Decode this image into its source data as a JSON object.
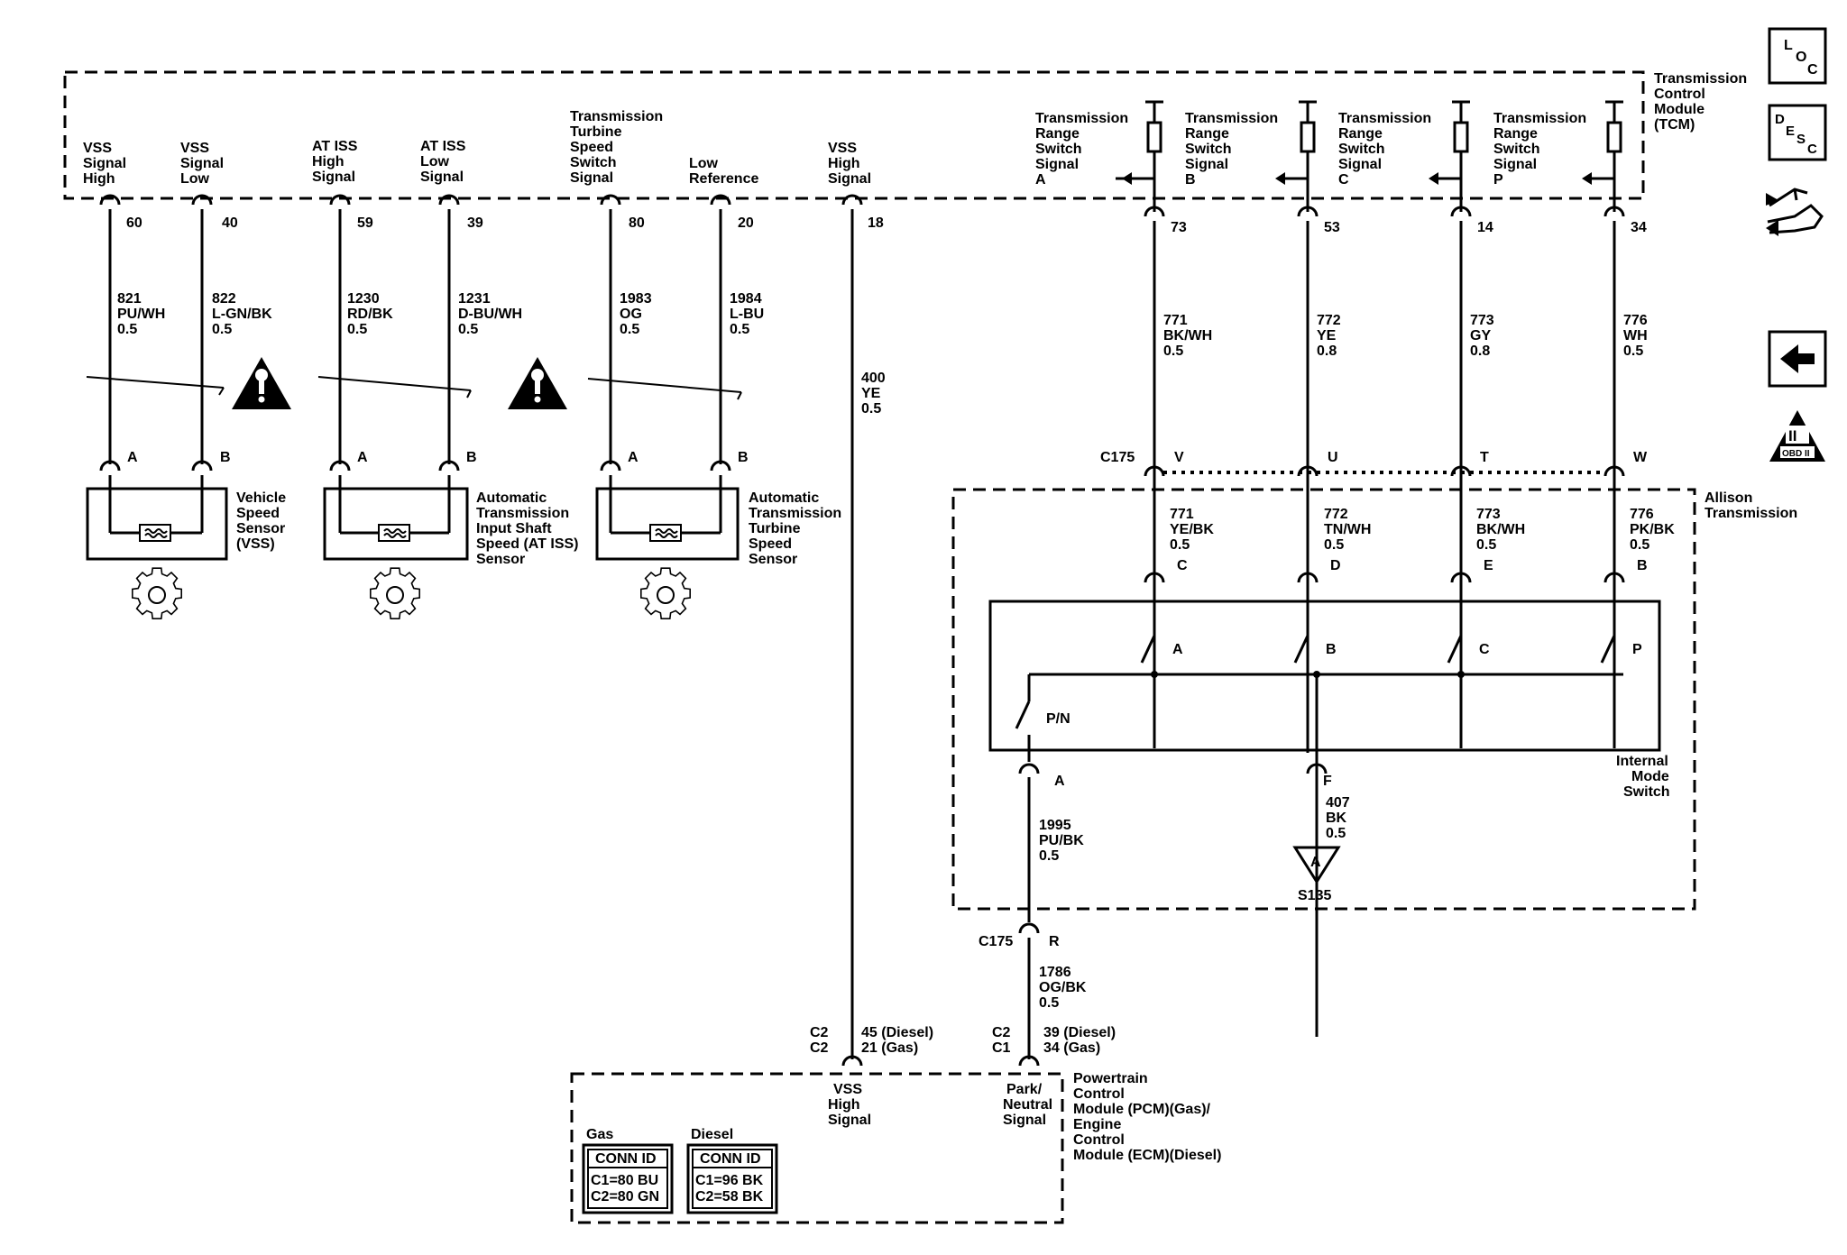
{
  "tcm": {
    "name": [
      "Transmission",
      "Control",
      "Module",
      "(TCM)"
    ],
    "pins": [
      {
        "label": [
          "VSS",
          "Signal",
          "High"
        ],
        "pin": "60",
        "circuit": "821",
        "color": "PU/WH",
        "size": "0.5"
      },
      {
        "label": [
          "VSS",
          "Signal",
          "Low"
        ],
        "pin": "40",
        "circuit": "822",
        "color": "L-GN/BK",
        "size": "0.5"
      },
      {
        "label": [
          "AT ISS",
          "High",
          "Signal"
        ],
        "pin": "59",
        "circuit": "1230",
        "color": "RD/BK",
        "size": "0.5"
      },
      {
        "label": [
          "AT ISS",
          "Low",
          "Signal"
        ],
        "pin": "39",
        "circuit": "1231",
        "color": "D-BU/WH",
        "size": "0.5"
      },
      {
        "label": [
          "Transmission",
          "Turbine",
          "Speed",
          "Switch",
          "Signal"
        ],
        "pin": "80",
        "circuit": "1983",
        "color": "OG",
        "size": "0.5"
      },
      {
        "label": [
          "Low",
          "Reference"
        ],
        "pin": "20",
        "circuit": "1984",
        "color": "L-BU",
        "size": "0.5"
      },
      {
        "label": [
          "VSS",
          "High",
          "Signal"
        ],
        "pin": "18",
        "circuit": "400",
        "color": "YE",
        "size": "0.5"
      }
    ],
    "range_pins": [
      {
        "label": [
          "Transmission",
          "Range",
          "Switch",
          "Signal",
          "A"
        ],
        "pin": "73",
        "circuit": "771",
        "color": "BK/WH",
        "size": "0.5",
        "c175": "V",
        "circuit2": "771",
        "color2": "YE/BK",
        "size2": "0.5",
        "conn": "C",
        "contact": "A"
      },
      {
        "label": [
          "Transmission",
          "Range",
          "Switch",
          "Signal",
          "B"
        ],
        "pin": "53",
        "circuit": "772",
        "color": "YE",
        "size": "0.8",
        "c175": "U",
        "circuit2": "772",
        "color2": "TN/WH",
        "size2": "0.5",
        "conn": "D",
        "contact": "B"
      },
      {
        "label": [
          "Transmission",
          "Range",
          "Switch",
          "Signal",
          "C"
        ],
        "pin": "14",
        "circuit": "773",
        "color": "GY",
        "size": "0.8",
        "c175": "T",
        "circuit2": "773",
        "color2": "BK/WH",
        "size2": "0.5",
        "conn": "E",
        "contact": "C"
      },
      {
        "label": [
          "Transmission",
          "Range",
          "Switch",
          "Signal",
          "P"
        ],
        "pin": "34",
        "circuit": "776",
        "color": "WH",
        "size": "0.5",
        "c175": "W",
        "circuit2": "776",
        "color2": "PK/BK",
        "size2": "0.5",
        "conn": "B",
        "contact": "P"
      }
    ]
  },
  "sensors": [
    {
      "name": [
        "Vehicle",
        "Speed",
        "Sensor",
        "(VSS)"
      ],
      "pinA": "A",
      "pinB": "B"
    },
    {
      "name": [
        "Automatic",
        "Transmission",
        "Input Shaft",
        "Speed (AT ISS)",
        "Sensor"
      ],
      "pinA": "A",
      "pinB": "B"
    },
    {
      "name": [
        "Automatic",
        "Transmission",
        "Turbine",
        "Speed",
        "Sensor"
      ],
      "pinA": "A",
      "pinB": "B"
    }
  ],
  "allison": {
    "name": [
      "Allison",
      "Transmission"
    ],
    "c175": "C175",
    "switch_name": [
      "Internal",
      "Mode",
      "Switch"
    ],
    "pn_contact": "P/N",
    "pn_pin": "A",
    "pn_circuit": "1995",
    "pn_color": "PU/BK",
    "pn_size": "0.5",
    "ground_pin": "F",
    "ground_circuit": "407",
    "ground_color": "BK",
    "ground_size": "0.5",
    "ground_letter": "A",
    "splice": "S135"
  },
  "c175_lower": {
    "name": "C175",
    "pin": "R",
    "circuit": "1786",
    "color": "OG/BK",
    "size": "0.5"
  },
  "pcm": {
    "name": [
      "Powertrain",
      "Control",
      "Module (PCM)(Gas)/",
      "Engine",
      "Control",
      "Module (ECM)(Diesel)"
    ],
    "vss_conn": [
      "C2",
      "C2"
    ],
    "vss_pins": [
      "45 (Diesel)",
      "21 (Gas)"
    ],
    "vss_label": [
      "VSS",
      "High",
      "Signal"
    ],
    "pn_conn": [
      "C2",
      "C1"
    ],
    "pn_pins": [
      "39 (Diesel)",
      "34 (Gas)"
    ],
    "pn_label": [
      "Park/",
      "Neutral",
      "Signal"
    ],
    "gas_title": "Gas",
    "diesel_title": "Diesel",
    "conn_id": "CONN ID",
    "gas_rows": [
      "C1=80 BU",
      "C2=80 GN"
    ],
    "diesel_rows": [
      "C1=96 BK",
      "C2=58 BK"
    ]
  },
  "side_icons": {
    "loc": [
      "L",
      "O",
      "C"
    ],
    "desc": [
      "D",
      "E",
      "S",
      "C"
    ],
    "obd": "OBD II",
    "obd_mark": "II"
  }
}
